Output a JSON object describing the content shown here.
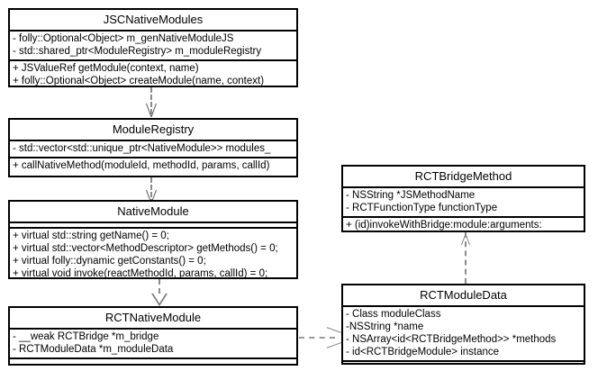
{
  "diagram": {
    "type": "uml-class-diagram",
    "background_color": "#ffffff",
    "line_color": "#000000",
    "connector_color": "#8a8a8a",
    "classes": [
      {
        "id": "jsc-native-modules",
        "name": "JSCNativeModules",
        "attributes": [
          "- folly::Optional<Object> m_genNativeModuleJS",
          "- std::shared_ptr<ModuleRegistry> m_moduleRegistry"
        ],
        "operations": [
          "+ JSValueRef getModule(context, name)",
          "+ folly::Optional<Object> createModule(name, context)"
        ]
      },
      {
        "id": "module-registry",
        "name": "ModuleRegistry",
        "attributes": [
          "- std::vector<std::unique_ptr<NativeModule>> modules_"
        ],
        "operations": [
          "+ callNativeMethod(moduleId, methodId, params, callId)"
        ]
      },
      {
        "id": "native-module",
        "name": "NativeModule",
        "attributes": [],
        "operations": [
          "+ virtual std::string getName() = 0;",
          "+ virtual std::vector<MethodDescriptor> getMethods() = 0;",
          "+ virtual folly::dynamic getConstants() = 0;",
          "+ virtual void invoke(reactMethodId, params, callId) = 0;"
        ]
      },
      {
        "id": "rct-native-module",
        "name": "RCTNativeModule",
        "attributes": [
          "- __weak RCTBridge *m_bridge",
          "- RCTModuleData *m_moduleData"
        ],
        "operations": []
      },
      {
        "id": "rct-bridge-method",
        "name": "RCTBridgeMethod",
        "attributes": [
          "- NSString *JSMethodName",
          "- RCTFunctionType functionType"
        ],
        "operations": [
          "+ (id)invokeWithBridge:module:arguments:"
        ]
      },
      {
        "id": "rct-module-data",
        "name": "RCTModuleData",
        "attributes": [
          "- Class moduleClass",
          "-NSString *name",
          "- NSArray<id<RCTBridgeMethod>> *methods",
          "- id<RCTBridgeModule> instance"
        ],
        "operations": []
      }
    ],
    "connectors": [
      {
        "id": "jsc-to-registry",
        "from": "jsc-native-modules",
        "to": "module-registry",
        "style": "dashed",
        "arrowhead": "open-v",
        "direction": "down"
      },
      {
        "id": "registry-to-native-module",
        "from": "module-registry",
        "to": "native-module",
        "style": "dashed",
        "arrowhead": "open-v",
        "direction": "down"
      },
      {
        "id": "native-module-to-rct-native-module",
        "from": "rct-native-module",
        "to": "native-module",
        "style": "dashed",
        "arrowhead": "hollow-triangle",
        "direction": "down"
      },
      {
        "id": "rct-native-module-to-rct-module-data",
        "from": "rct-native-module",
        "to": "rct-module-data",
        "style": "dashed",
        "arrowhead": "open-arrow",
        "direction": "right"
      },
      {
        "id": "rct-module-data-to-rct-bridge-method",
        "from": "rct-module-data",
        "to": "rct-bridge-method",
        "style": "dashed",
        "arrowhead": "open-arrow",
        "direction": "up"
      }
    ]
  }
}
